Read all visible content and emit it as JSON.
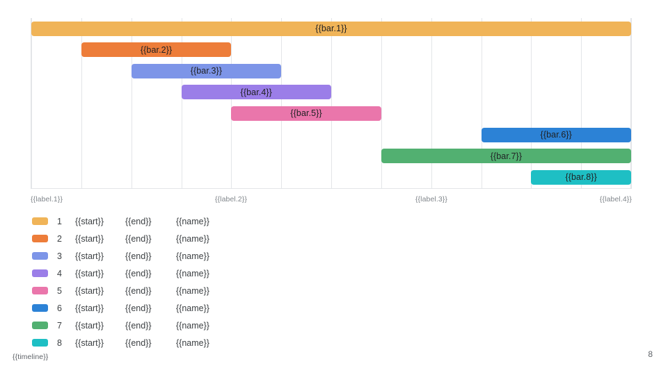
{
  "chart_data": {
    "type": "bar",
    "chart_subtype": "gantt",
    "title": "",
    "xlabel": "",
    "ylabel": "",
    "grid": true,
    "legend_position": "below",
    "x_axis": {
      "range": [
        0,
        12
      ],
      "gridline_count": 13,
      "tick_labels": [
        "{{label.1}}",
        "{{label.2}}",
        "{{label.3}}",
        "{{label.4}}"
      ],
      "tick_positions": [
        0,
        4,
        8,
        12
      ]
    },
    "categories": [
      "1",
      "2",
      "3",
      "4",
      "5",
      "6",
      "7",
      "8"
    ],
    "bars": [
      {
        "index": "1",
        "label": "{{bar.1}}",
        "start": 0,
        "end": 12,
        "color": "#f0b458"
      },
      {
        "index": "2",
        "label": "{{bar.2}}",
        "start": 1,
        "end": 4,
        "color": "#ed7d3a"
      },
      {
        "index": "3",
        "label": "{{bar.3}}",
        "start": 2,
        "end": 5,
        "color": "#7d95e8"
      },
      {
        "index": "4",
        "label": "{{bar.4}}",
        "start": 3,
        "end": 6,
        "color": "#9b7ee8"
      },
      {
        "index": "5",
        "label": "{{bar.5}}",
        "start": 4,
        "end": 7,
        "color": "#ea76ab"
      },
      {
        "index": "6",
        "label": "{{bar.6}}",
        "start": 9,
        "end": 12,
        "color": "#2c82d6"
      },
      {
        "index": "7",
        "label": "{{bar.7}}",
        "start": 7,
        "end": 12,
        "color": "#52b071"
      },
      {
        "index": "8",
        "label": "{{bar.8}}",
        "start": 10,
        "end": 12,
        "color": "#1ebfc4"
      }
    ]
  },
  "axis": {
    "labels": [
      {
        "text": "{{label.1}}",
        "align": "start"
      },
      {
        "text": "{{label.2}}",
        "align": "center"
      },
      {
        "text": "{{label.3}}",
        "align": "center"
      },
      {
        "text": "{{label.4}}",
        "align": "end"
      }
    ]
  },
  "legend": {
    "columns": [
      "swatch",
      "index",
      "start",
      "end",
      "name"
    ],
    "rows": [
      {
        "index": "1",
        "start": "{{start}}",
        "end": "{{end}}",
        "name": "{{name}}",
        "color": "#f0b458"
      },
      {
        "index": "2",
        "start": "{{start}}",
        "end": "{{end}}",
        "name": "{{name}}",
        "color": "#ed7d3a"
      },
      {
        "index": "3",
        "start": "{{start}}",
        "end": "{{end}}",
        "name": "{{name}}",
        "color": "#7d95e8"
      },
      {
        "index": "4",
        "start": "{{start}}",
        "end": "{{end}}",
        "name": "{{name}}",
        "color": "#9b7ee8"
      },
      {
        "index": "5",
        "start": "{{start}}",
        "end": "{{end}}",
        "name": "{{name}}",
        "color": "#ea76ab"
      },
      {
        "index": "6",
        "start": "{{start}}",
        "end": "{{end}}",
        "name": "{{name}}",
        "color": "#2c82d6"
      },
      {
        "index": "7",
        "start": "{{start}}",
        "end": "{{end}}",
        "name": "{{name}}",
        "color": "#52b071"
      },
      {
        "index": "8",
        "start": "{{start}}",
        "end": "{{end}}",
        "name": "{{name}}",
        "color": "#1ebfc4"
      }
    ]
  },
  "footer": {
    "timeline_label": "{{timeline}}",
    "page_number": "8"
  },
  "colors": {
    "background": "#ffffff",
    "gridline": "#e3e5e8",
    "text_primary": "#3c4043",
    "text_muted": "#80868b",
    "bar_text": "#202124"
  }
}
